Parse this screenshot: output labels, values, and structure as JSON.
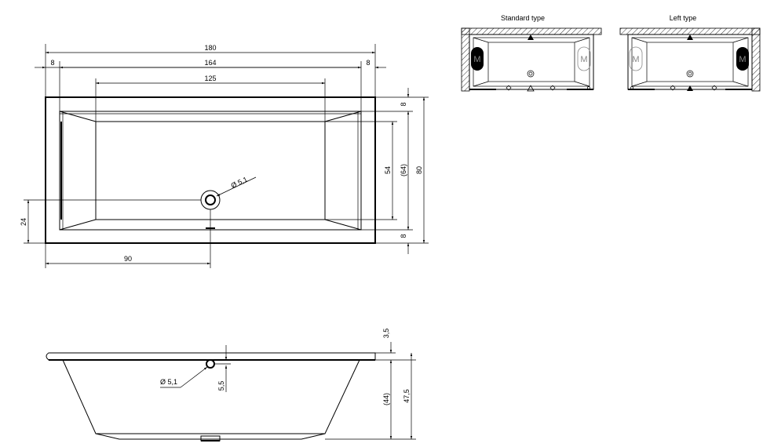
{
  "top_view": {
    "dim_total_length": "180",
    "dim_left_rim": "8",
    "dim_inner_length": "164",
    "dim_right_rim": "8",
    "dim_bottom_length": "125",
    "dim_top_rim": "8",
    "dim_bottom_width": "54",
    "dim_inner_width": "(64)",
    "dim_total_width": "80",
    "dim_bottom_rim": "8",
    "dim_drain_offset_y": "24",
    "dim_drain_offset_x": "90",
    "dim_drain_diameter": "Ø 5,1"
  },
  "side_view": {
    "dim_rim_height": "3,5",
    "dim_drain_height": "5,5",
    "dim_inner_depth": "(44)",
    "dim_total_height": "47,5",
    "dim_drain_diameter": "Ø 5,1"
  },
  "layouts": [
    {
      "title": "Standard type",
      "motor_label": "M"
    },
    {
      "title": "Left type",
      "motor_label": "M"
    }
  ]
}
